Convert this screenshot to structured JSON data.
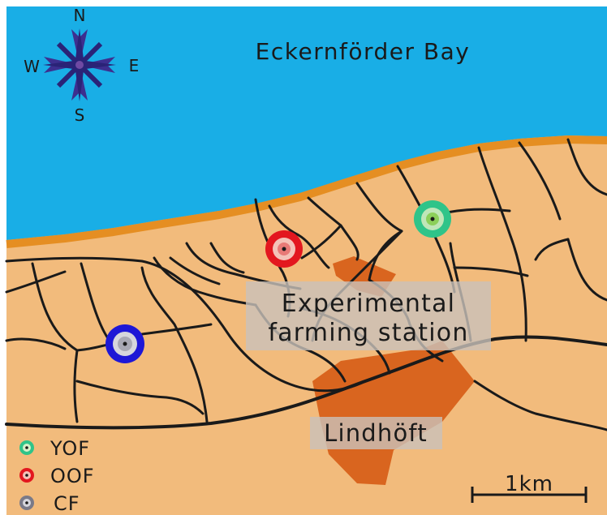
{
  "map": {
    "water_label": "Eckernförder Bay",
    "station_label_line1": "Experimental",
    "station_label_line2": "farming station",
    "village_label": "Lindhöft"
  },
  "compass": {
    "north": "N",
    "south": "S",
    "east": "E",
    "west": "W"
  },
  "legend": [
    {
      "label": "YOF",
      "color": "#2fc489",
      "dot": "#8ccf5a"
    },
    {
      "label": "OOF",
      "color": "#e3171f",
      "dot": "#e87a77"
    },
    {
      "label": "CF",
      "color": "#1e17d6",
      "dot": "#a8a8b4"
    }
  ],
  "scale_bar": {
    "label": "1km"
  },
  "colors": {
    "sea": "#19aee6",
    "coast": "#e58e22",
    "land": "#f2bb7c",
    "built_area": "#d9651f",
    "roads": "#1a1a1a",
    "label_box": "#c9c2ba"
  }
}
